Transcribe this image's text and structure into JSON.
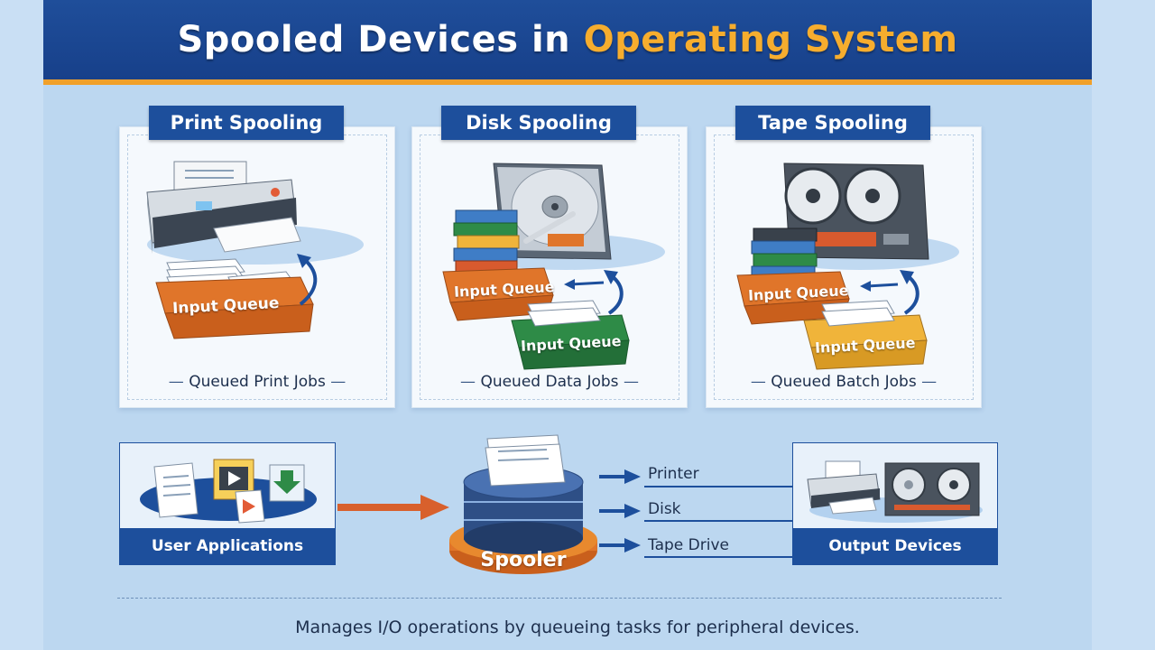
{
  "header": {
    "title_main": "Spooled Devices in ",
    "title_highlight": "Operating System"
  },
  "panels": [
    {
      "title": "Print Spooling",
      "queues": [
        "Input Queue"
      ],
      "caption": "Queued Print Jobs"
    },
    {
      "title": "Disk Spooling",
      "queues": [
        "Input Queue",
        "Input Queue"
      ],
      "caption": "Queued Data Jobs"
    },
    {
      "title": "Tape Spooling",
      "queues": [
        "Input Queue",
        "Input Queue"
      ],
      "caption": "Queued Batch Jobs"
    }
  ],
  "flow": {
    "source_label": "User Applications",
    "spooler_label": "Spooler",
    "destinations": [
      "Printer",
      "Disk",
      "Tape Drive"
    ],
    "output_label": "Output Devices"
  },
  "footer": "Manages I/O operations by queueing tasks for peripheral devices.",
  "colors": {
    "brand_blue": "#1d4f9c",
    "accent_orange": "#f0a02a",
    "queue_orange": "#e0752a",
    "queue_green": "#2e8b47",
    "background": "#bcd7f0"
  }
}
